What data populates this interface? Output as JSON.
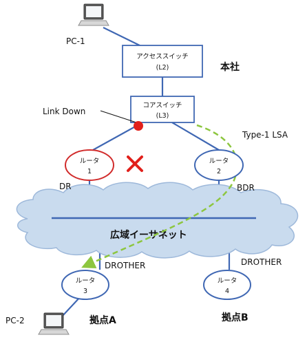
{
  "nodes": {
    "pc1": {
      "label": "PC-1"
    },
    "pc2": {
      "label": "PC-2"
    },
    "access_switch": {
      "line1": "アクセススイッチ",
      "line2": "(L2)"
    },
    "core_switch": {
      "line1": "コアスイッチ",
      "line2": "(L3)"
    },
    "router1": {
      "line1": "ルータ",
      "line2": "1",
      "role": "DR"
    },
    "router2": {
      "line1": "ルータ",
      "line2": "2",
      "role": "BDR"
    },
    "router3": {
      "line1": "ルータ",
      "line2": "3",
      "role": "DROTHER"
    },
    "router4": {
      "line1": "ルータ",
      "line2": "4",
      "role": "DROTHER"
    }
  },
  "labels": {
    "headquarters": "本社",
    "link_down": "Link Down",
    "lsa": "Type-1 LSA",
    "wan": "広域イーサネット",
    "site_a": "拠点A",
    "site_b": "拠点B"
  },
  "colors": {
    "line_blue": "#3f67b3",
    "router1_border": "#d12b2b",
    "link_down_dot": "#e1201b",
    "fail_mark": "#e1201b",
    "lsa_arrow": "#8dc63f",
    "cloud_fill": "#c9dbee"
  },
  "icons": [
    "laptop-icon",
    "laptop-icon",
    "cross-mark-icon",
    "red-dot-icon"
  ]
}
